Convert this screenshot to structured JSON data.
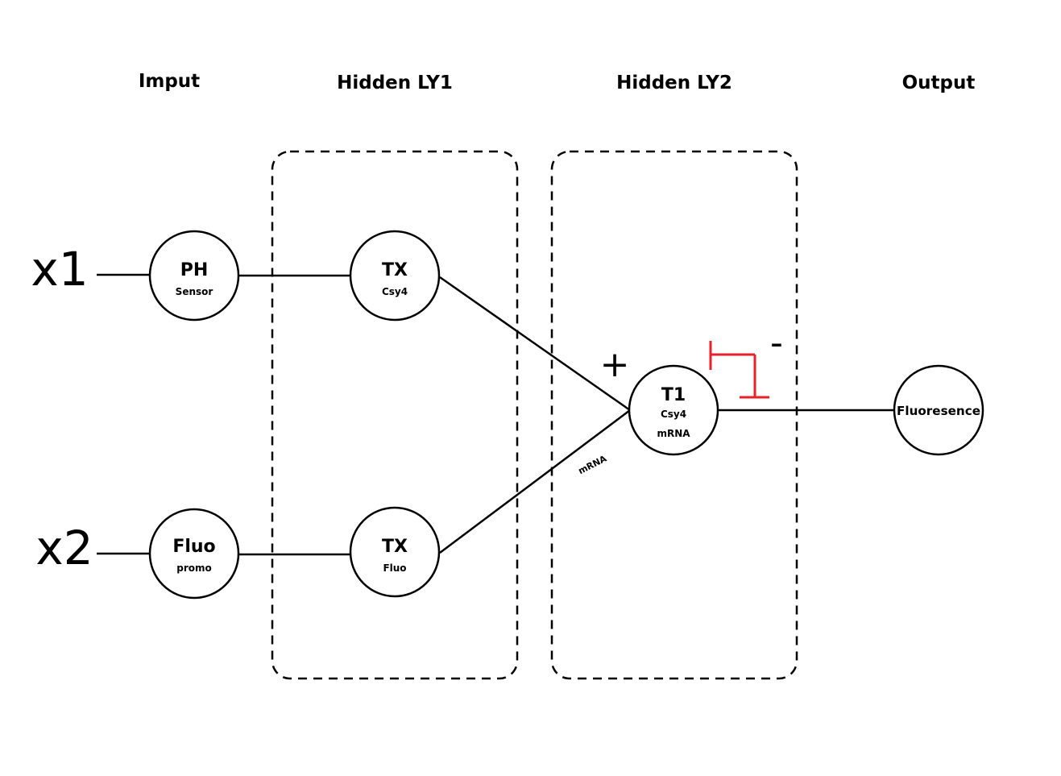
{
  "layers": [
    "Imput",
    "Hidden LY1",
    "Hidden LY2",
    "Output"
  ],
  "inputs": [
    "x1",
    "x2"
  ],
  "nodes": {
    "ph_sensor": {
      "main": "PH",
      "sub": "Sensor"
    },
    "fluo_promo": {
      "main": "Fluo",
      "sub": "promo"
    },
    "tx_csy4": {
      "main": "TX",
      "sub": "Csy4"
    },
    "tx_fluo": {
      "main": "TX",
      "sub": "Fluo"
    },
    "t1": {
      "main": "T1",
      "sub": "Csy4",
      "sub2": "mRNA"
    },
    "output": {
      "main": "Fluoresence"
    }
  },
  "edge_label": "mRNA",
  "signs": {
    "activation": "+",
    "repression": "-"
  },
  "colors": {
    "repression": "#e8202a",
    "stroke": "#000000"
  }
}
